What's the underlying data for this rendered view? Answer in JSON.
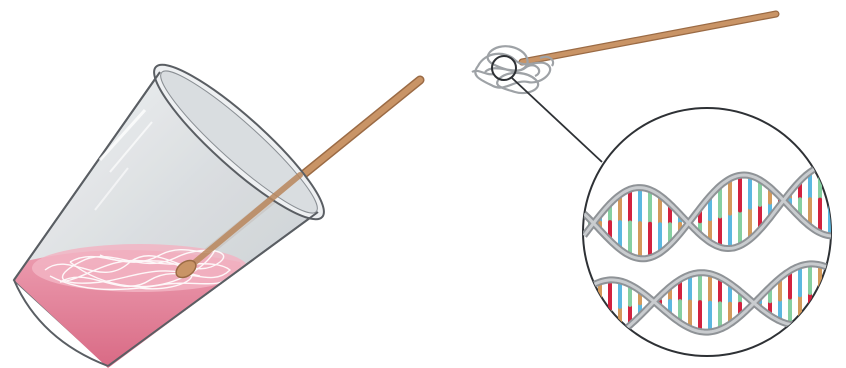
{
  "figure": {
    "panels": [
      {
        "name": "cup-with-dna-and-stick"
      },
      {
        "name": "stick-with-spooled-dna"
      },
      {
        "name": "magnified-double-helix"
      }
    ],
    "colors": {
      "background": "#ffffff",
      "liquid": "#e27f97",
      "liquid_dark": "#cf6884",
      "cup_outline": "#5a5e63",
      "cup_fill": "#dfe3e6",
      "stick": "#c99466",
      "stick_outline": "#9b6b45",
      "dna_strand": "#b9bcc0",
      "helix_backbone": "#8f9397",
      "helix_backbone_light": "#c3c6c9",
      "base_pairs": [
        "#d2223f",
        "#5cb8e0",
        "#86cfa1",
        "#d49a5b"
      ]
    },
    "icons": [
      "cup-icon",
      "stick-icon",
      "dna-clump-icon",
      "magnifier-circle-icon",
      "dna-helix-icon"
    ]
  }
}
